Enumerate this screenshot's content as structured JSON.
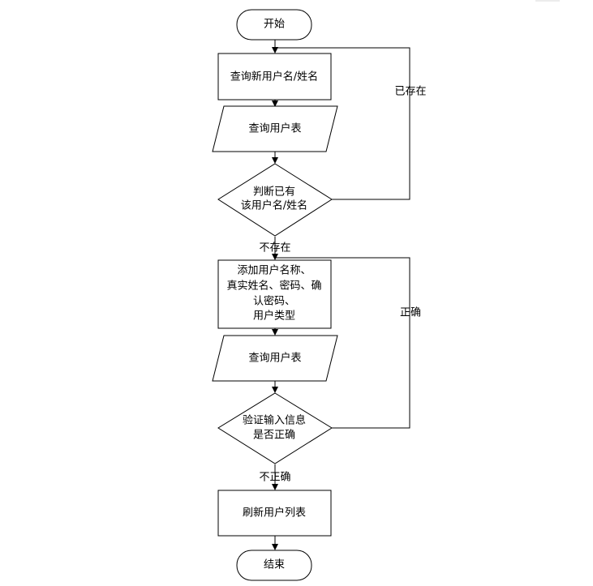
{
  "flowchart": {
    "start": "开始",
    "query_new": "查询新用户名/姓名",
    "query_table_1": "查询用户表",
    "decision_exists": [
      "判断已有",
      "该用户名/姓名"
    ],
    "edge_exists": "已存在",
    "edge_not_exists": "不存在",
    "add_info": [
      "添加用户名称、",
      "真实姓名、密码、确",
      "认密码、",
      "用户类型"
    ],
    "query_table_2": "查询用户表",
    "decision_valid": [
      "验证输入信息",
      "是否正确"
    ],
    "edge_correct": "正确",
    "edge_incorrect": "不正确",
    "refresh": "刷新用户列表",
    "end": "结束"
  }
}
